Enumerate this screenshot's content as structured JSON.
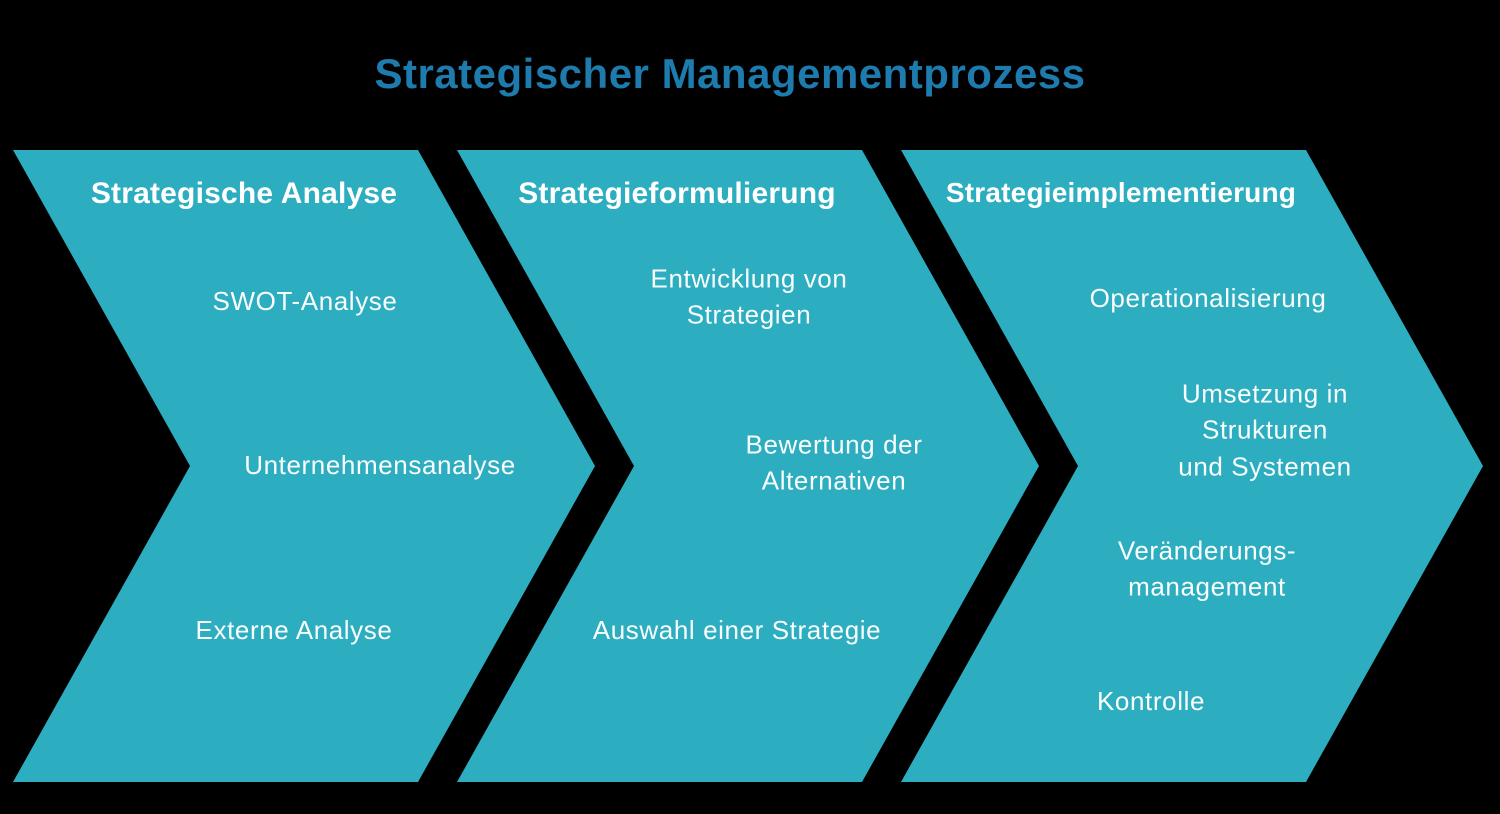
{
  "title": "Strategischer Managementprozess",
  "colors": {
    "background": "#000000",
    "arrow_fill": "#2CADC0",
    "title_text": "#1D7CAD",
    "item_text": "#FAFDFD"
  },
  "stages": [
    {
      "label": "Strategische Analyse",
      "items": [
        "SWOT-Analyse",
        "Unternehmensanalyse",
        "Externe Analyse"
      ]
    },
    {
      "label": "Strategieformulierung",
      "items": [
        "Entwicklung von Strategien",
        "Bewertung der Alternativen",
        "Auswahl einer Strategie"
      ]
    },
    {
      "label": "Strategieimplementierung",
      "items": [
        "Operationalisierung",
        "Umsetzung in Strukturen\nund Systemen",
        "Veränderungs-\nmanagement",
        "Kontrolle"
      ]
    }
  ]
}
